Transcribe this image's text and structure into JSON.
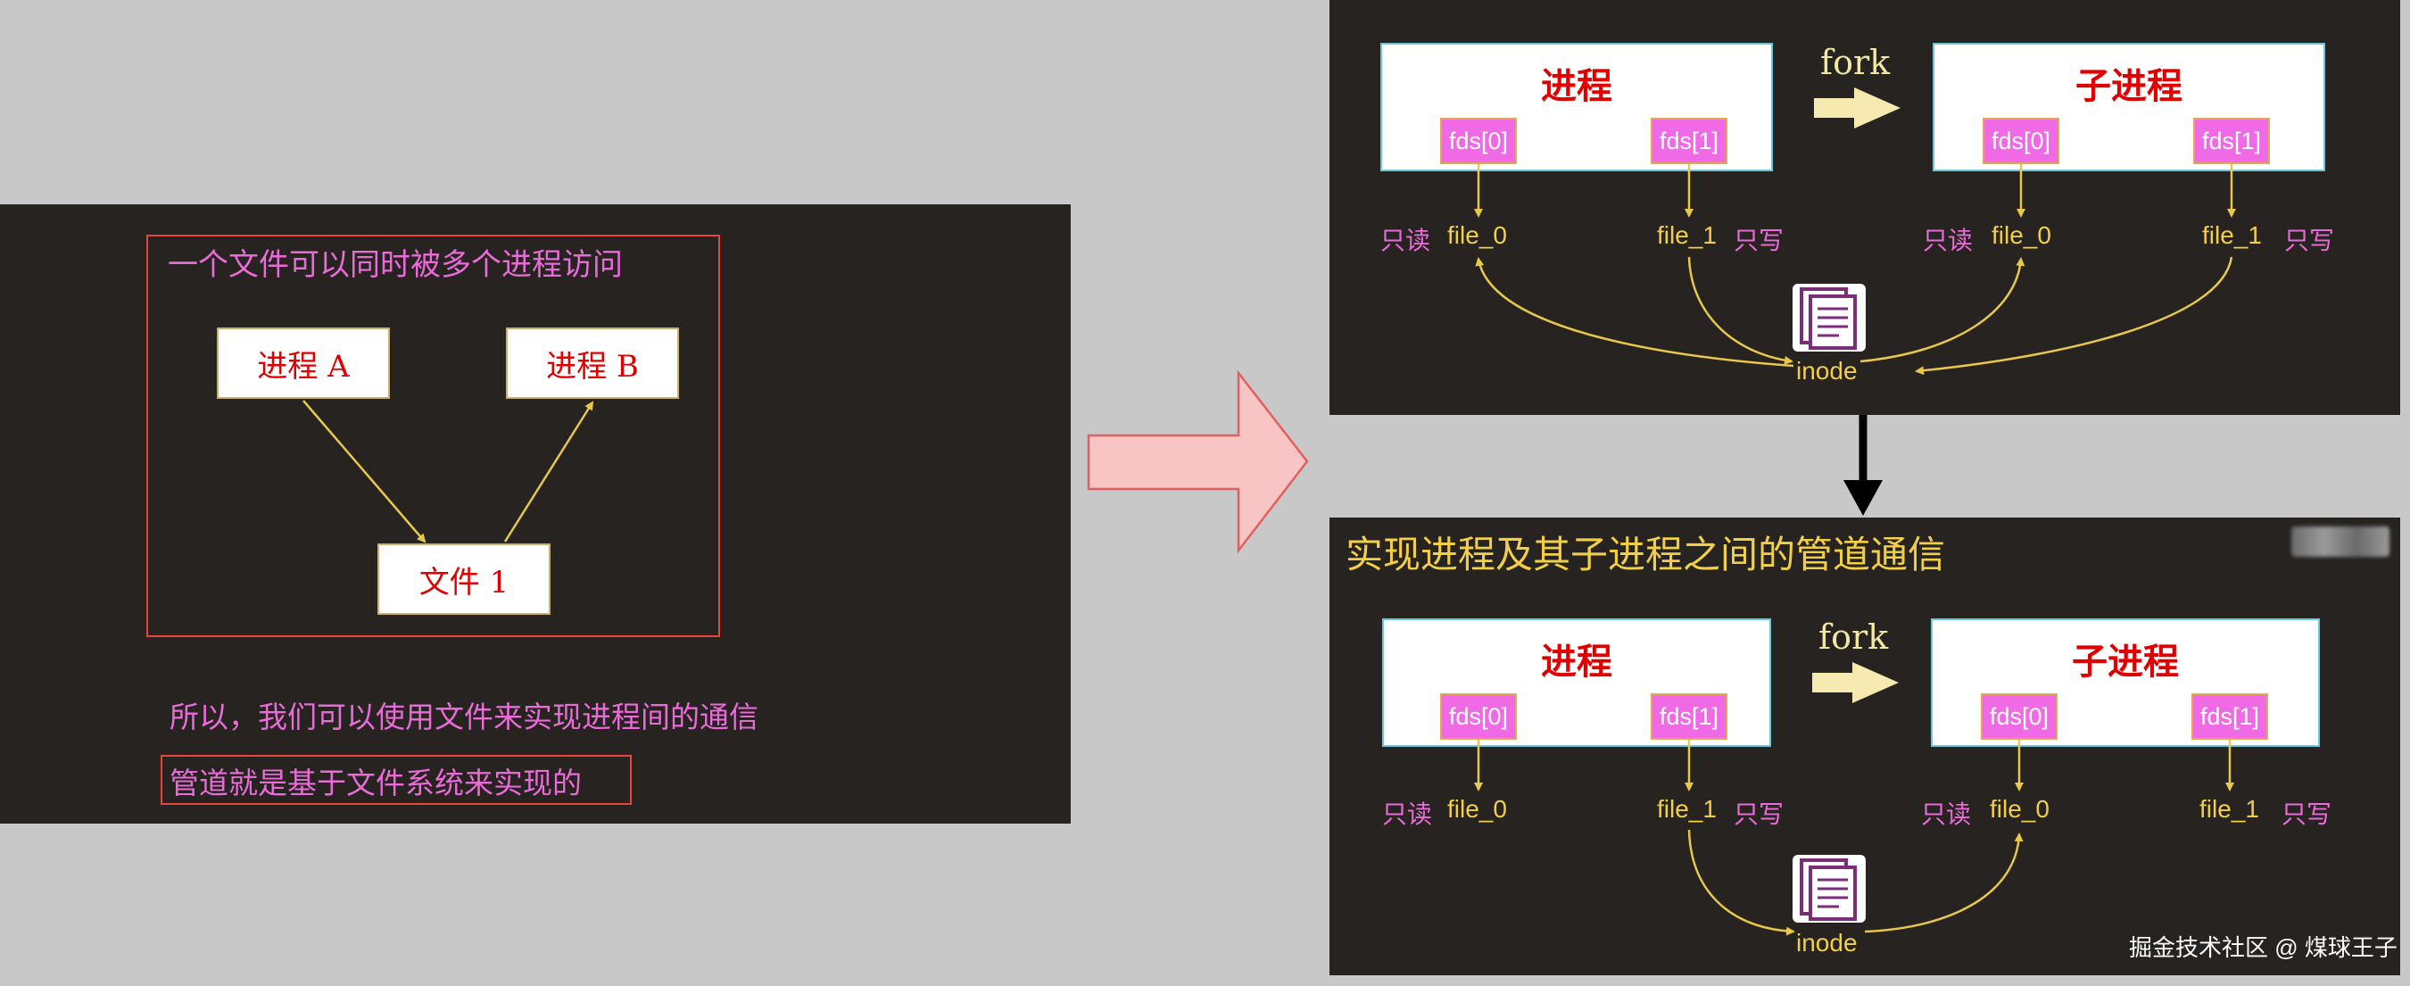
{
  "left": {
    "frame_title": "一个文件可以同时被多个进程访问",
    "process_a": "进程 A",
    "process_b": "进程 B",
    "file_1": "文件 1",
    "conclusion": "所以，我们可以使用文件来实现进程间的通信",
    "pipe_note": "管道就是基于文件系统来实现的"
  },
  "diagram": {
    "parent_title": "进程",
    "child_title": "子进程",
    "fds0": "fds[0]",
    "fds1": "fds[1]",
    "fork": "fork",
    "readonly": "只读",
    "writeonly": "只写",
    "file_0": "file_0",
    "file_1": "file_1",
    "inode": "inode"
  },
  "bottom_title": "实现进程及其子进程之间的管道通信",
  "watermark": "掘金技术社区 @ 煤球王子",
  "colors": {
    "slide_bg": "#262320",
    "page_bg": "#c8c8c8",
    "title_red": "#e00000",
    "fd_pink": "#f06ae6",
    "label_pink": "#e96bd8",
    "label_yellow": "#f3cf46",
    "arrow_yellow": "#e8c84a",
    "frame_red": "#e8453c",
    "box_border_cyan": "#6cc9d9",
    "big_arrow_fill": "#f8c4c4",
    "big_arrow_stroke": "#e06060"
  }
}
